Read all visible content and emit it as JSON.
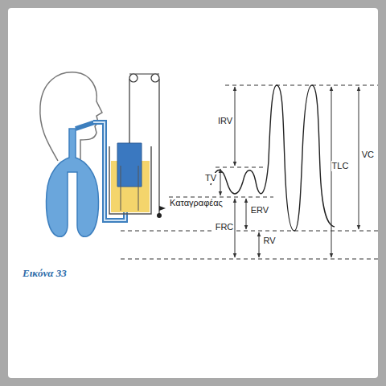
{
  "diagram": {
    "caption": "Εικόνα 33",
    "labels": [
      "IRV",
      "TV",
      "ERV",
      "FRC",
      "RV",
      "TLC",
      "VC",
      "Καταγραφέας"
    ]
  }
}
